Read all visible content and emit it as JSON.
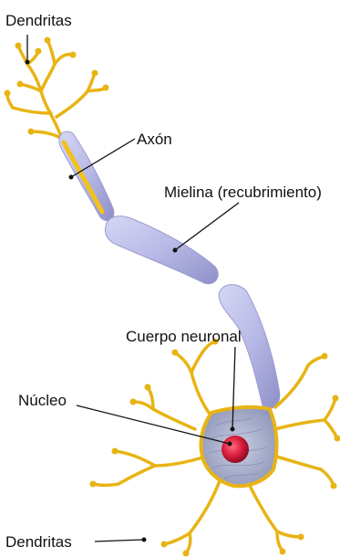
{
  "labels": {
    "dendritas_top": "Dendritas",
    "axon": "Axón",
    "mielina": "Mielina (recubrimiento)",
    "cuerpo": "Cuerpo neuronal",
    "nucleo": "Núcleo",
    "dendritas_bottom": "Dendritas"
  },
  "colors": {
    "dendrite": "#f2c21b",
    "dendrite_dark": "#d9a40c",
    "myelin": "#b8b9e6",
    "myelin_dark": "#8e8fc8",
    "soma": "#b5bbd6",
    "nucleus": "#d81b3c",
    "label": "#111111"
  }
}
